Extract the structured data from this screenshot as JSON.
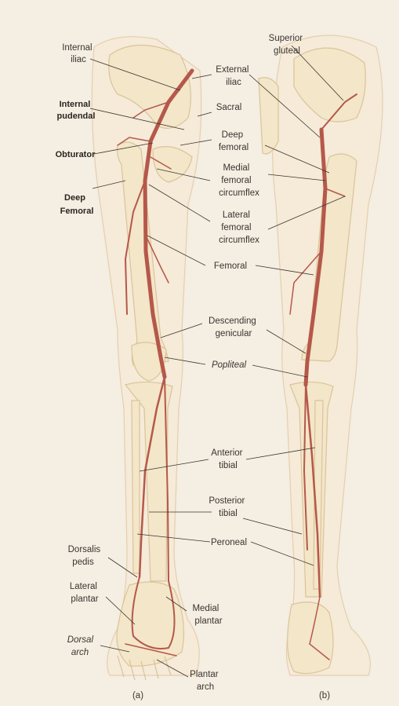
{
  "labels": {
    "internal_iliac": [
      "Internal",
      "iliac"
    ],
    "internal_pudendal": [
      "Internal",
      "pudendal"
    ],
    "obturator": [
      "Obturator"
    ],
    "deep_femoral_a": [
      "Deep",
      "Femoral"
    ],
    "superior_gluteal": [
      "Superior",
      "gluteal"
    ],
    "external_iliac": [
      "External",
      "iliac"
    ],
    "sacral": [
      "Sacral"
    ],
    "deep_femoral_b": [
      "Deep",
      "femoral"
    ],
    "medial_femoral_circumflex": [
      "Medial",
      "femoral",
      "circumflex"
    ],
    "lateral_femoral_circumflex": [
      "Lateral",
      "femoral",
      "circumflex"
    ],
    "femoral": [
      "Femoral"
    ],
    "descending_genicular": [
      "Descending",
      "genicular"
    ],
    "popliteal": [
      "Popliteal"
    ],
    "anterior_tibial": [
      "Anterior",
      "tibial"
    ],
    "posterior_tibial": [
      "Posterior",
      "tibial"
    ],
    "peroneal": [
      "Peroneal"
    ],
    "dorsalis_pedis": [
      "Dorsalis",
      "pedis"
    ],
    "lateral_plantar": [
      "Lateral",
      "plantar"
    ],
    "medial_plantar": [
      "Medial",
      "plantar"
    ],
    "dorsal_arch": [
      "Dorsal",
      "arch"
    ],
    "plantar_arch": [
      "Plantar",
      "arch"
    ]
  },
  "panels": {
    "a": "(a)",
    "b": "(b)"
  },
  "colors": {
    "artery": "#b5584a",
    "bone": "#f3e6c9",
    "skin": "#f6ead8",
    "background": "#f4eee3"
  }
}
